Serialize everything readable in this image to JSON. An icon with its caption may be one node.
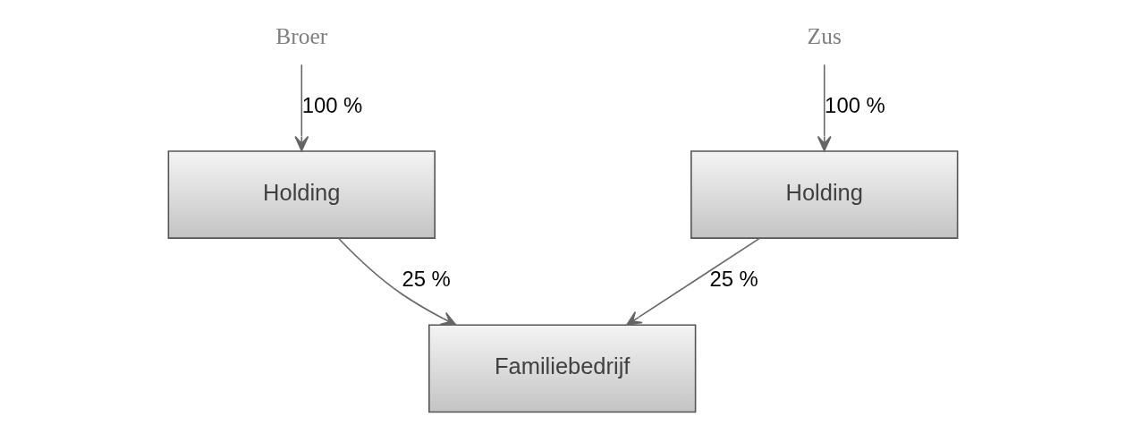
{
  "diagram": {
    "nodes": [
      {
        "text": [
          "Broer"
        ]
      },
      {
        "text": [
          "Zus"
        ]
      },
      {
        "text": [
          "Holding"
        ]
      },
      {
        "text": [
          "Holding"
        ]
      },
      {
        "text": [
          "Familiebedrijf"
        ]
      }
    ],
    "edges": [
      {
        "from": 0,
        "to": 2,
        "arrow": "to",
        "label": "100 %"
      },
      {
        "from": 1,
        "to": 3,
        "arrow": "to",
        "label": "100 %"
      },
      {
        "from": 2,
        "to": 4,
        "arrow": "to",
        "label": "25 %"
      },
      {
        "from": 3,
        "to": 4,
        "arrow": "to",
        "label": "25 %"
      }
    ]
  }
}
